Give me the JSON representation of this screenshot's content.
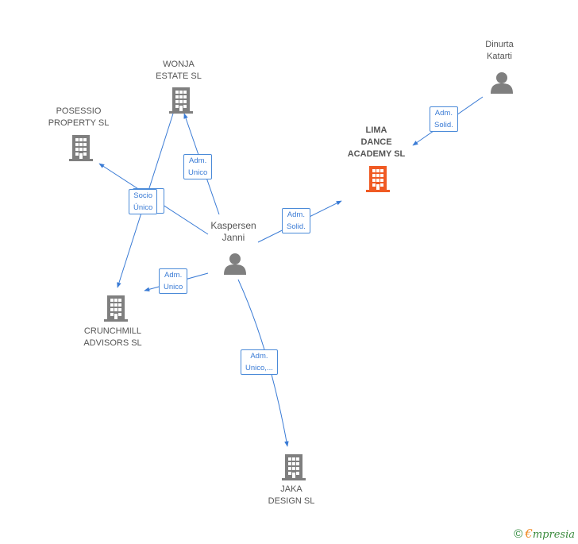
{
  "nodes": {
    "kaspersen": {
      "label": "Kaspersen\nJanni",
      "type": "person"
    },
    "dinurta": {
      "label": "Dinurta\nKatarti",
      "type": "person"
    },
    "lima": {
      "label": "LIMA\nDANCE\nACADEMY  SL",
      "type": "company",
      "focus": true
    },
    "wonja": {
      "label": "WONJA\nESTATE  SL",
      "type": "company"
    },
    "posessio": {
      "label": "POSESSIO\nPROPERTY SL",
      "type": "company"
    },
    "crunchmill": {
      "label": "CRUNCHMILL\nADVISORS  SL",
      "type": "company"
    },
    "jaka": {
      "label": "JAKA\nDESIGN  SL",
      "type": "company"
    }
  },
  "edges": {
    "to_lima": "Adm.\nSolid.",
    "dinurta_lima": "Adm.\nSolid.",
    "to_wonja": "Adm.\nUnico",
    "to_crunchmill": "Adm.\nUnico",
    "to_jaka": "Adm.\nUnico,...",
    "socio_unico": "Socio\nÚnico"
  },
  "colors": {
    "edge": "#3a7bd5",
    "building": "#7f7f7f",
    "focus_building": "#f05a23",
    "person": "#7f7f7f"
  },
  "footer": {
    "copyright": "©",
    "brand_first": "€",
    "brand_rest": "mpresia"
  }
}
